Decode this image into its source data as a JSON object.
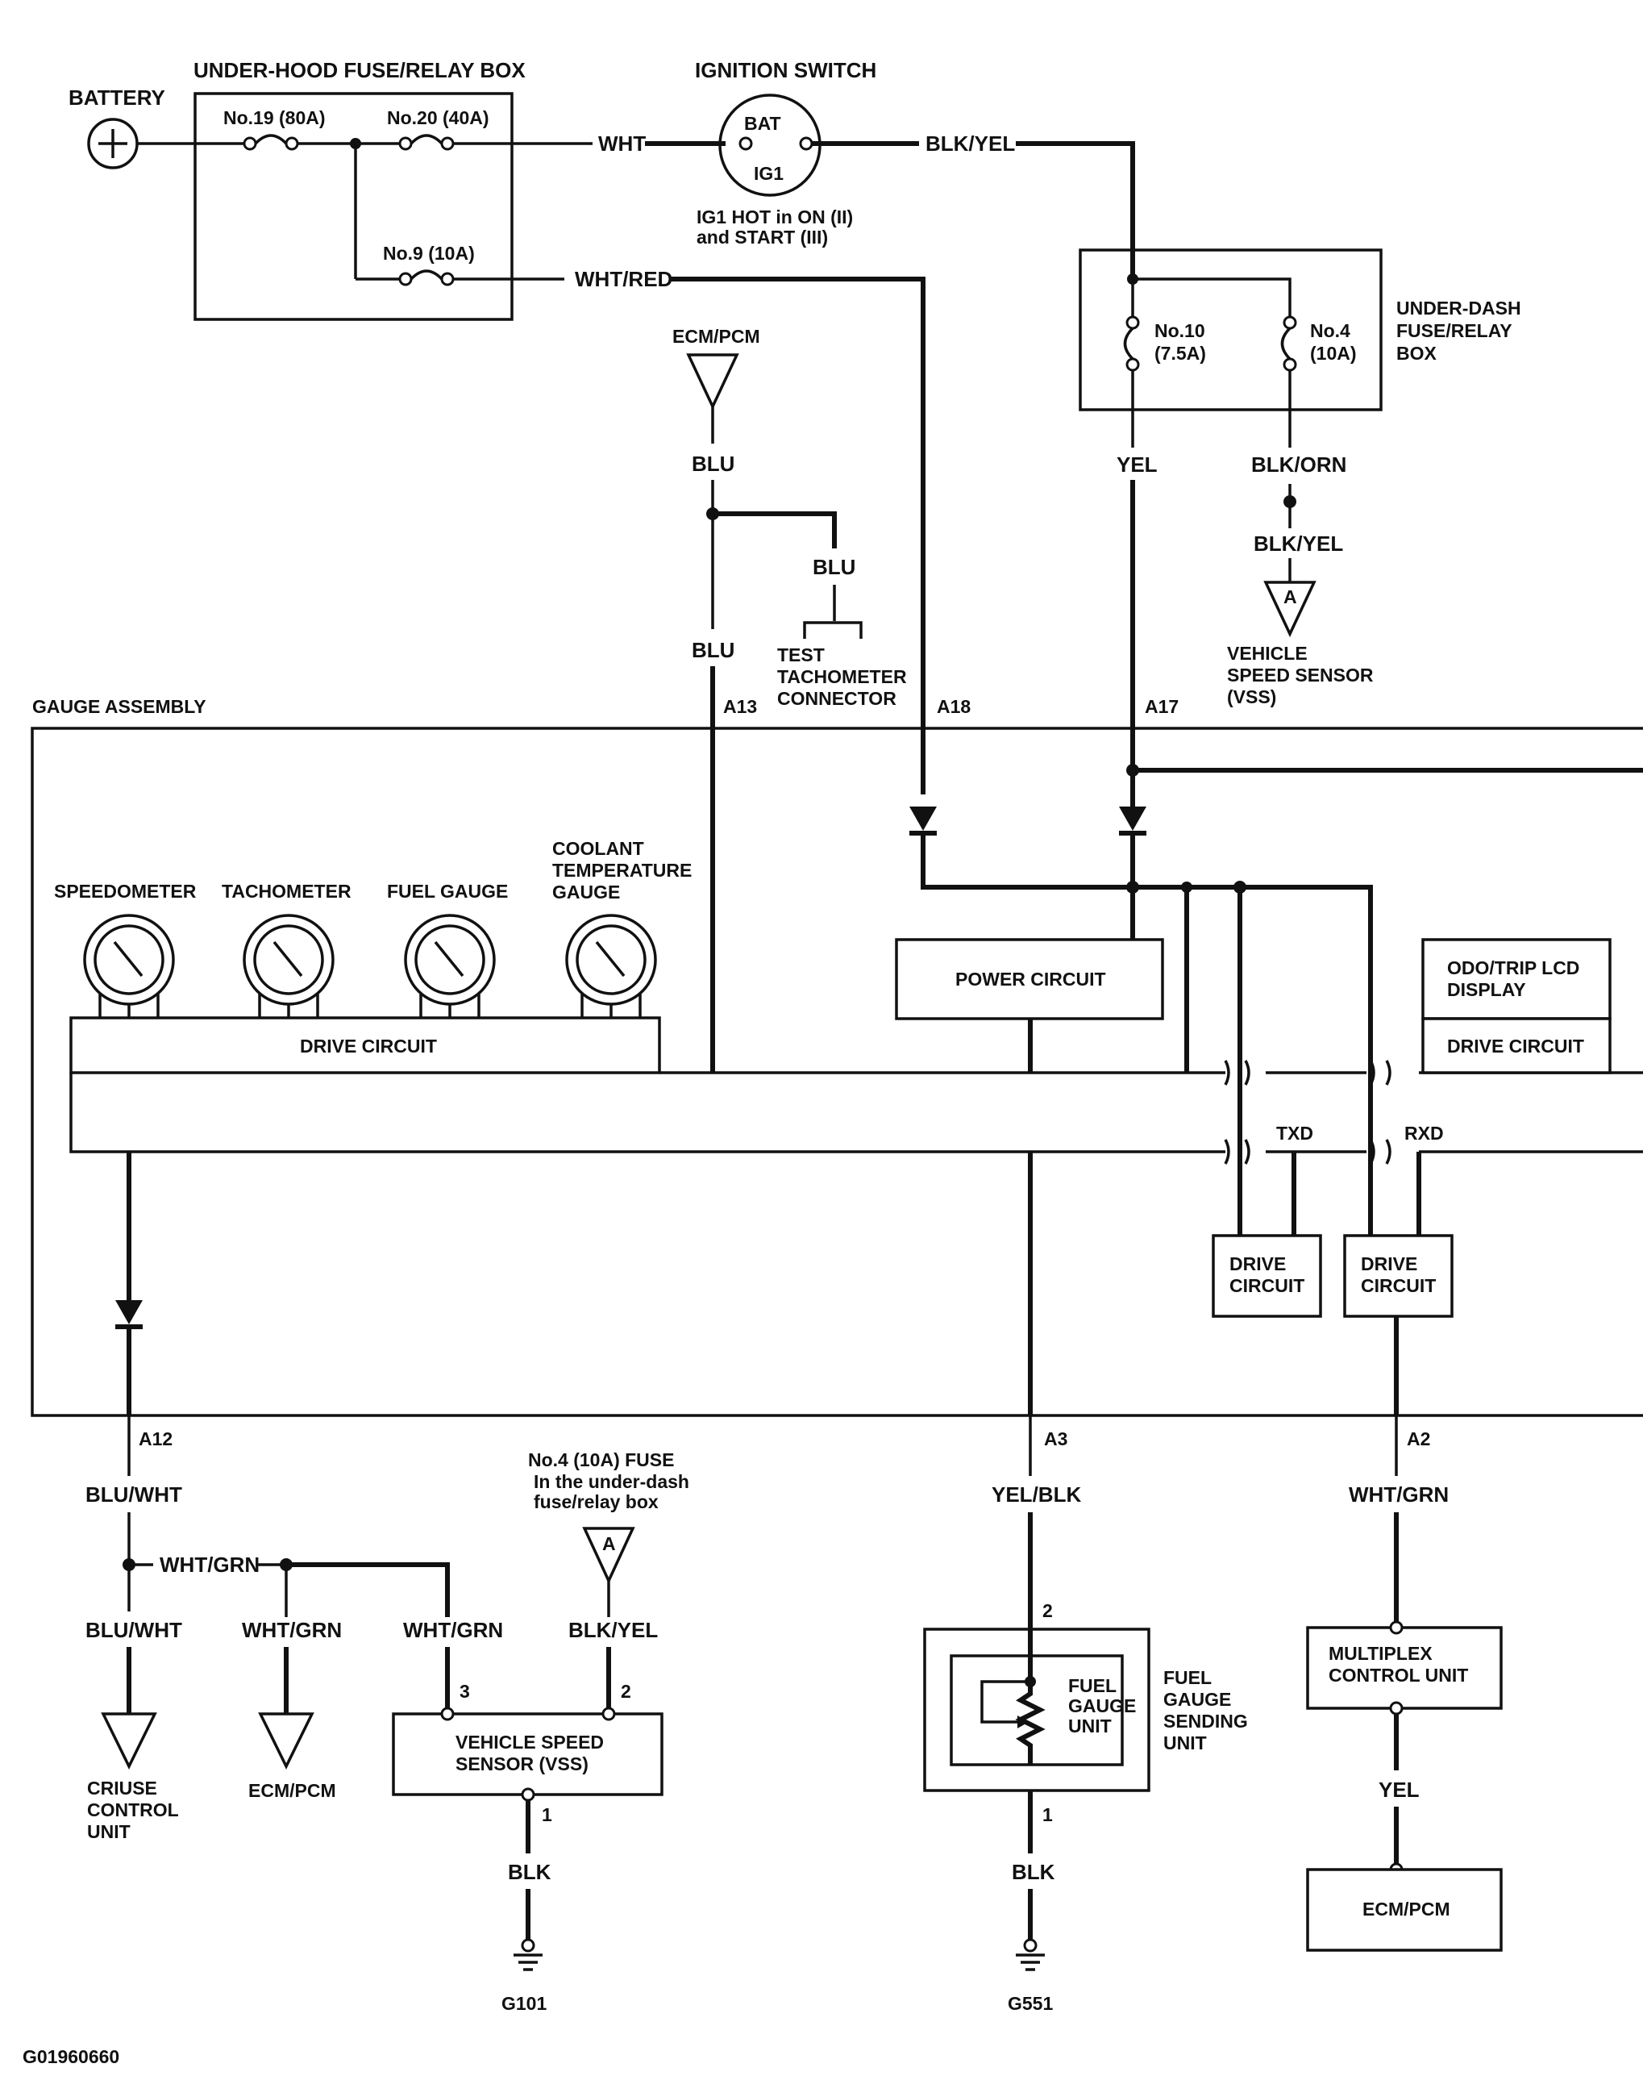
{
  "labels": {
    "battery": "BATTERY",
    "underhood_box": "UNDER-HOOD FUSE/RELAY BOX",
    "fuse19": "No.19 (80A)",
    "fuse20": "No.20 (40A)",
    "fuse9": "No.9 (10A)",
    "wht": "WHT",
    "wht_red": "WHT/RED",
    "ignition_switch": "IGNITION SWITCH",
    "bat": "BAT",
    "ig1": "IG1",
    "ig1_note_1": "IG1 HOT in ON (II)",
    "ig1_note_2": "and START (III)",
    "blk_yel_top": "BLK/YEL",
    "underdash_1": "UNDER-DASH",
    "underdash_2": "FUSE/RELAY",
    "underdash_3": "BOX",
    "fuse10_1": "No.10",
    "fuse10_2": "(7.5A)",
    "fuse4_1": "No.4",
    "fuse4_2": "(10A)",
    "yel_a17": "YEL",
    "blk_orn": "BLK/ORN",
    "blk_yel_vss": "BLK/YEL",
    "connector_a": "A",
    "vss_1": "VEHICLE",
    "vss_2": "SPEED SENSOR",
    "vss_3": "(VSS)",
    "ecm_pcm_top": "ECM/PCM",
    "blu_1": "BLU",
    "blu_2": "BLU",
    "blu_3": "BLU",
    "test_tach_1": "TEST",
    "test_tach_2": "TACHOMETER",
    "test_tach_3": "CONNECTOR",
    "gauge_assembly": "GAUGE ASSEMBLY",
    "a13": "A13",
    "a18": "A18",
    "a17": "A17",
    "speedometer": "SPEEDOMETER",
    "tachometer": "TACHOMETER",
    "fuel_gauge": "FUEL GAUGE",
    "coolant_1": "COOLANT",
    "coolant_2": "TEMPERATURE",
    "coolant_3": "GAUGE",
    "drive_circuit_main": "DRIVE CIRCUIT",
    "power_circuit": "POWER CIRCUIT",
    "odo_1": "ODO/TRIP LCD",
    "odo_2": "DISPLAY",
    "drive_circuit_odo": "DRIVE CIRCUIT",
    "txd": "TXD",
    "rxd": "RXD",
    "drive_txd_1": "DRIVE",
    "drive_txd_2": "CIRCUIT",
    "drive_rxd_1": "DRIVE",
    "drive_rxd_2": "CIRCUIT",
    "a12": "A12",
    "a3": "A3",
    "a2": "A2",
    "blu_wht_1": "BLU/WHT",
    "wht_grn_branch": "WHT/GRN",
    "blu_wht_2": "BLU/WHT",
    "wht_grn_ecm": "WHT/GRN",
    "wht_grn_vss": "WHT/GRN",
    "fuse_note_1": "No.4 (10A) FUSE",
    "fuse_note_2": "In the under-dash",
    "fuse_note_3": "fuse/relay box",
    "connector_a2": "A",
    "blk_yel_bottom": "BLK/YEL",
    "pin3": "3",
    "pin2_vss": "2",
    "vss_box_1": "VEHICLE SPEED",
    "vss_box_2": "SENSOR (VSS)",
    "pin1_vss": "1",
    "blk_g101": "BLK",
    "g101": "G101",
    "cruise_1": "CRIUSE",
    "cruise_2": "CONTROL",
    "cruise_3": "UNIT",
    "ecm_pcm_left": "ECM/PCM",
    "yel_blk": "YEL/BLK",
    "pin2_fuel": "2",
    "fuel_unit_1": "FUEL",
    "fuel_unit_2": "GAUGE",
    "fuel_unit_3": "UNIT",
    "fuel_send_1": "FUEL",
    "fuel_send_2": "GAUGE",
    "fuel_send_3": "SENDING",
    "fuel_send_4": "UNIT",
    "pin1_fuel": "1",
    "blk_g551": "BLK",
    "g551": "G551",
    "wht_grn_a2": "WHT/GRN",
    "multiplex_1": "MULTIPLEX",
    "multiplex_2": "CONTROL UNIT",
    "yel_bottom": "YEL",
    "ecm_pcm_bottom": "ECM/PCM",
    "figure_id": "G01960660"
  }
}
